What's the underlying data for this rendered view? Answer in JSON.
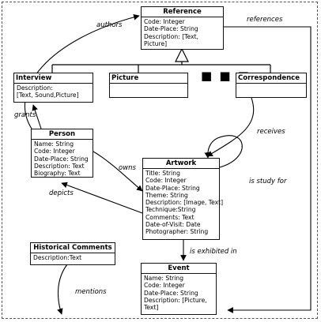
{
  "classes": {
    "reference": {
      "title": "Reference",
      "attributes": [
        "Code: Integer",
        "Date-Place: String",
        "Description: [Text,",
        "Picture]"
      ]
    },
    "interview": {
      "title": "Interview",
      "attributes": [
        "Description:",
        "[Text, Sound,Picture]"
      ]
    },
    "picture": {
      "title": "Picture",
      "attributes": [
        ""
      ]
    },
    "correspondence": {
      "title": "Correspondence",
      "attributes": [
        ""
      ]
    },
    "person": {
      "title": "Person",
      "attributes": [
        "Name: String",
        "Code: Integer",
        "Date-Place: String",
        "Description: Text",
        "Biography: Text"
      ]
    },
    "artwork": {
      "title": "Artwork",
      "attributes": [
        "Title: String",
        "Code: Integer",
        "Date-Place: String",
        "Theme: String",
        "Description: [Image, Text]",
        "Technique:String",
        "Comments: Text",
        "Date-of-Visit: Date",
        "Photographer: String"
      ]
    },
    "historical_comments": {
      "title": "Historical Comments",
      "attributes": [
        "Description:Text"
      ]
    },
    "event": {
      "title": "Event",
      "attributes": [
        "Name: String",
        "Code: Integer",
        "Date-Place: String",
        "Description: [Picture,",
        "Text]"
      ]
    }
  },
  "subclass_ellipsis": "■ ■ ■",
  "relations": {
    "authors": "authors",
    "references": "references",
    "grants": "grants",
    "receives": "receives",
    "owns": "owns",
    "is_study_for": "is study for",
    "depicts": "depicts",
    "is_exhibited_in": "is exhibited in",
    "mentions": "mentions"
  }
}
